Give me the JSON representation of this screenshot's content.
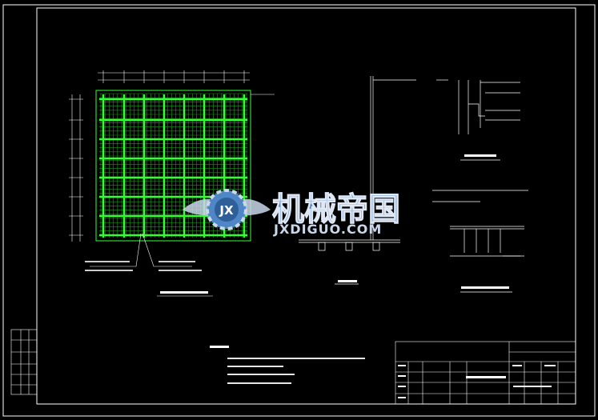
{
  "colors": {
    "background": "#000000",
    "frame": "#ffffff",
    "grid": "#33ff33",
    "grid_dim": "#1a9a1a",
    "logo_blue": "#4f86c6",
    "logo_light": "#c9d8ea"
  },
  "logo": {
    "badge_text": "JX",
    "name_cn": "机械帝国",
    "name_en": "JXDIGUO.COM",
    "emblem_icon": "winged-gear-icon"
  }
}
